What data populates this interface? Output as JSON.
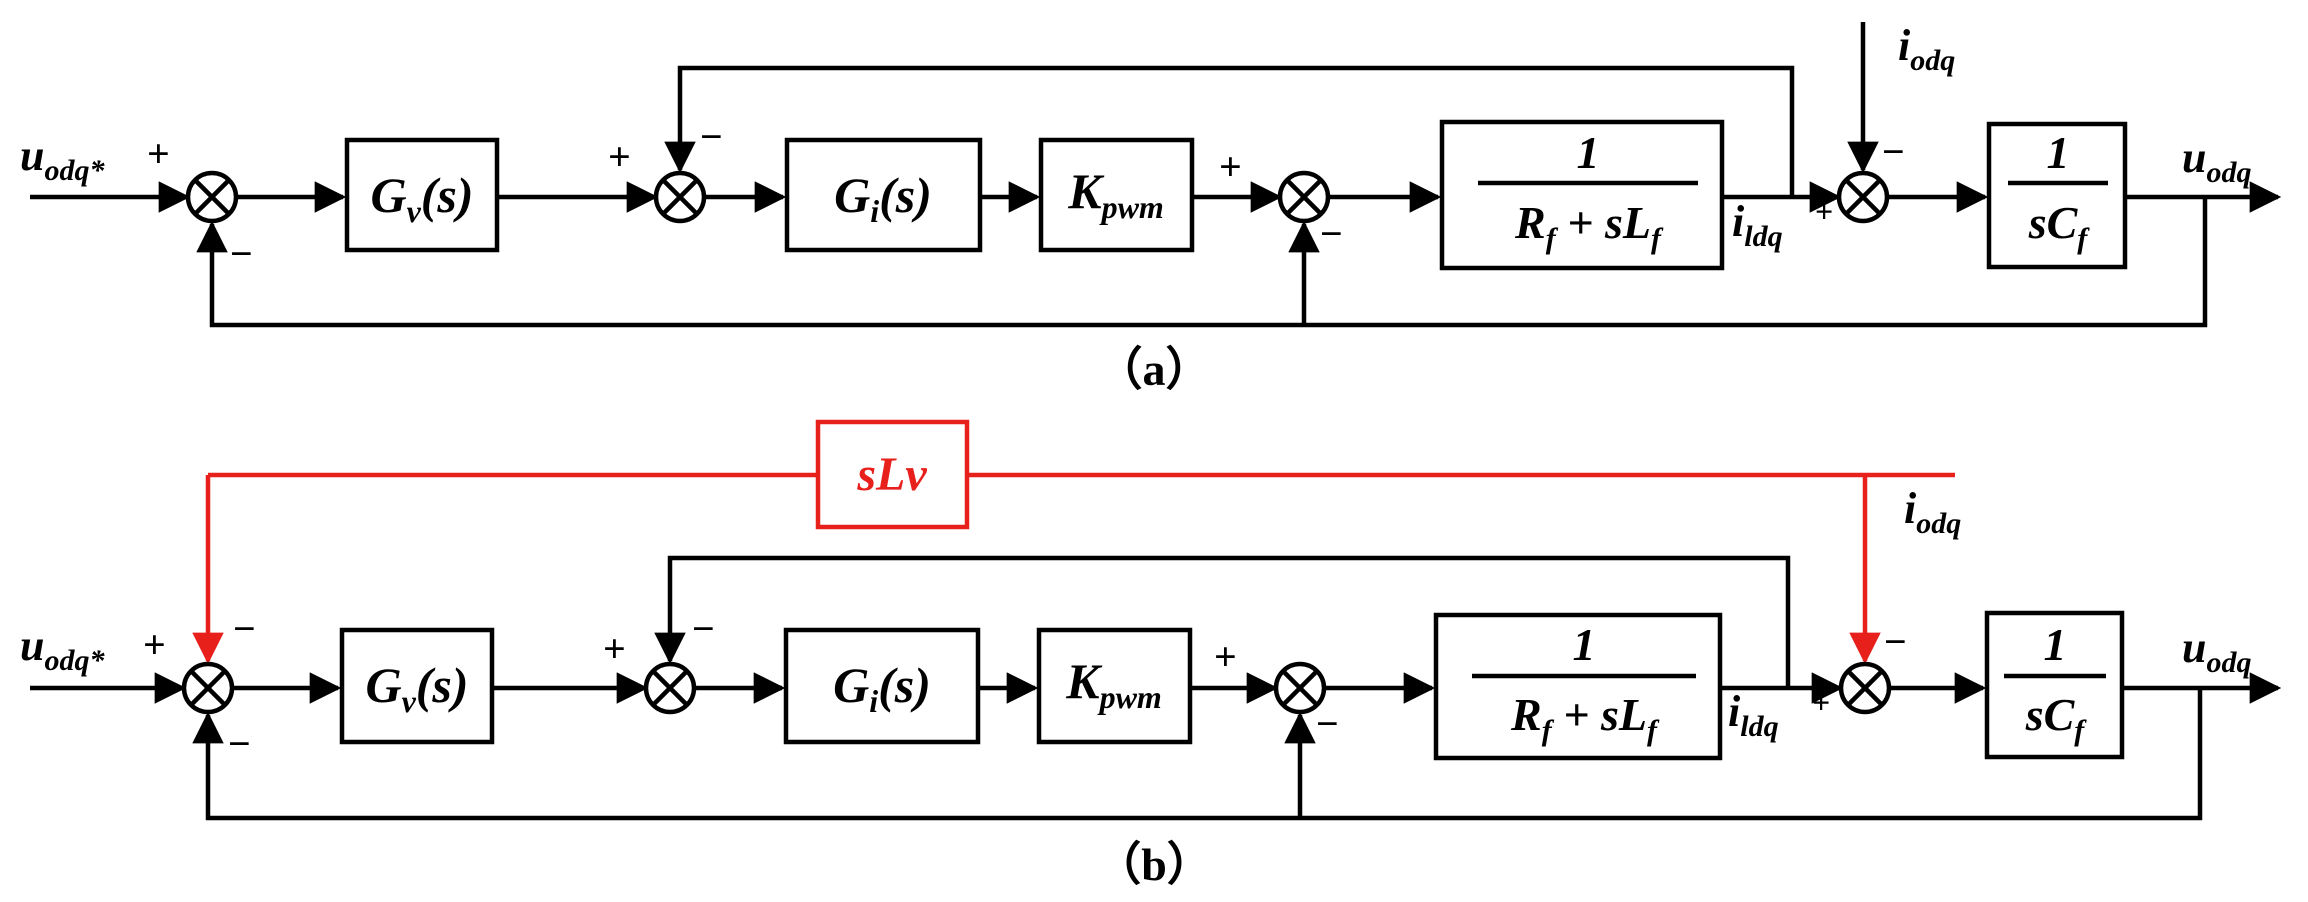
{
  "diagrams": [
    {
      "caption": "（a）",
      "input": {
        "main": "u",
        "sub": "odq*"
      },
      "output": {
        "main": "u",
        "sub": "odq"
      },
      "disturbance": {
        "main": "i",
        "sub": "odq"
      },
      "inductor_current": {
        "main": "i",
        "sub": "ldq"
      },
      "blocks": {
        "gv": {
          "main": "G",
          "sub": "v",
          "tail": "(s)"
        },
        "gi": {
          "main": "G",
          "sub": "i",
          "tail": "(s)"
        },
        "kpwm": {
          "main": "K",
          "sub": "pwm"
        },
        "rl": {
          "num": "1",
          "den": "R",
          "den_sub": "f",
          "den_mid": " + sL",
          "den_sub2": "f"
        },
        "cf": {
          "num": "1",
          "den": "sC",
          "den_sub": "f"
        }
      },
      "signs": {
        "s1_in": "+",
        "s1_fb": "−",
        "s2_in": "+",
        "s2_fb": "−",
        "s3_in": "+",
        "s3_fb": "−",
        "s4_in": "+",
        "s4_dist": "−"
      }
    },
    {
      "caption": "（b）",
      "input": {
        "main": "u",
        "sub": "odq*"
      },
      "output": {
        "main": "u",
        "sub": "odq"
      },
      "disturbance": {
        "main": "i",
        "sub": "odq"
      },
      "inductor_current": {
        "main": "i",
        "sub": "ldq"
      },
      "virtual_impedance": "sLv",
      "blocks": {
        "gv": {
          "main": "G",
          "sub": "v",
          "tail": "(s)"
        },
        "gi": {
          "main": "G",
          "sub": "i",
          "tail": "(s)"
        },
        "kpwm": {
          "main": "K",
          "sub": "pwm"
        },
        "rl": {
          "num": "1",
          "den": "R",
          "den_sub": "f",
          "den_mid": " + sL",
          "den_sub2": "f"
        },
        "cf": {
          "num": "1",
          "den": "sC",
          "den_sub": "f"
        }
      },
      "signs": {
        "s1_in": "+",
        "s1_fb": "−",
        "s1_virtual": "−",
        "s2_in": "+",
        "s2_fb": "−",
        "s3_in": "+",
        "s3_fb": "−",
        "s4_in": "+",
        "s4_dist": "−"
      }
    }
  ],
  "colors": {
    "line": "#000000",
    "highlight": "#e8201c"
  }
}
